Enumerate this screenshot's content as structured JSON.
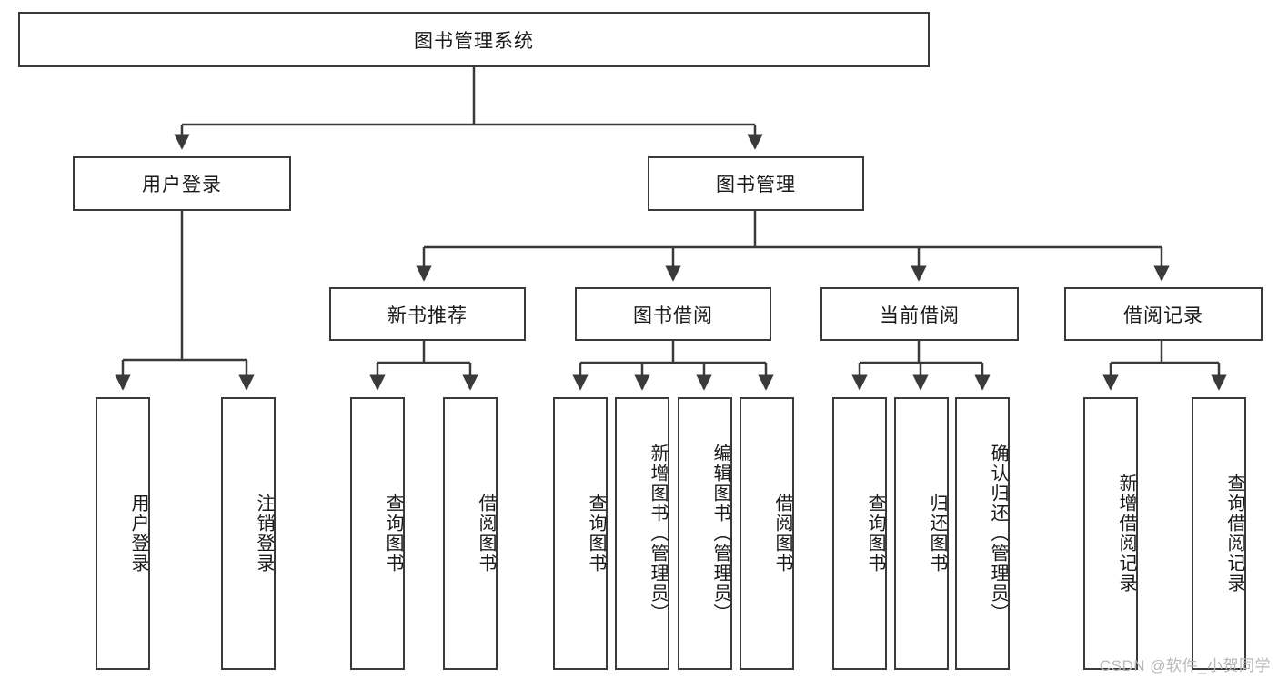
{
  "diagram": {
    "title": "图书管理系统",
    "type": "hierarchy-tree",
    "watermark": "CSDN @软件_小贺同学",
    "accent_border": "#3a3a3a",
    "background": "#ffffff",
    "levels": {
      "root": {
        "label": "图书管理系统"
      },
      "level2": [
        {
          "id": "login",
          "label": "用户登录"
        },
        {
          "id": "bookmgmt",
          "label": "图书管理"
        }
      ],
      "level3": [
        {
          "id": "newbook",
          "label": "新书推荐",
          "parent": "bookmgmt"
        },
        {
          "id": "borrow",
          "label": "图书借阅",
          "parent": "bookmgmt"
        },
        {
          "id": "current",
          "label": "当前借阅",
          "parent": "bookmgmt"
        },
        {
          "id": "record",
          "label": "借阅记录",
          "parent": "bookmgmt"
        }
      ],
      "leaves": [
        {
          "id": "leaf-user-login",
          "label": "用户登录",
          "parent": "login"
        },
        {
          "id": "leaf-logout",
          "label": "注销登录",
          "parent": "login"
        },
        {
          "id": "leaf-query-book-1",
          "label": "查询图书",
          "parent": "newbook"
        },
        {
          "id": "leaf-borrow-book-1",
          "label": "借阅图书",
          "parent": "newbook"
        },
        {
          "id": "leaf-query-book-2",
          "label": "查询图书",
          "parent": "borrow"
        },
        {
          "id": "leaf-add-book",
          "label": "新增图书（管理员）",
          "parent": "borrow"
        },
        {
          "id": "leaf-edit-book",
          "label": "编辑图书（管理员）",
          "parent": "borrow"
        },
        {
          "id": "leaf-borrow-book-2",
          "label": "借阅图书",
          "parent": "borrow"
        },
        {
          "id": "leaf-query-book-3",
          "label": "查询图书",
          "parent": "current"
        },
        {
          "id": "leaf-return-book",
          "label": "归还图书",
          "parent": "current"
        },
        {
          "id": "leaf-confirm-return",
          "label": "确认归还（管理员）",
          "parent": "current"
        },
        {
          "id": "leaf-add-record",
          "label": "新增借阅记录",
          "parent": "record"
        },
        {
          "id": "leaf-query-record",
          "label": "查询借阅记录",
          "parent": "record"
        }
      ]
    }
  }
}
